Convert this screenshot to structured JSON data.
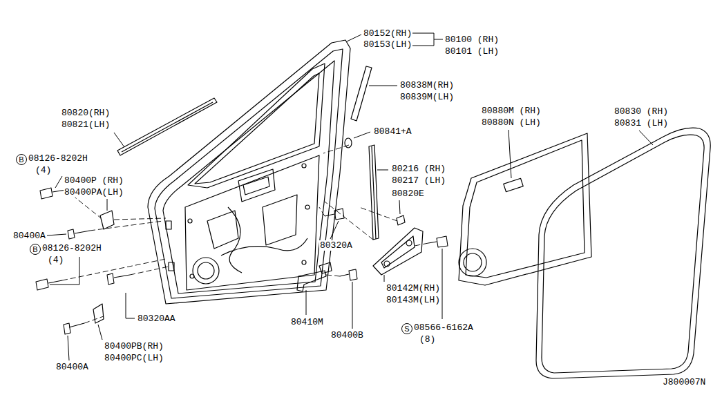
{
  "diagram": {
    "nodes": [
      {
        "text": [
          "B"
        ]
      },
      {
        "text": [
          "B"
        ]
      },
      {
        "text": [
          "S"
        ]
      }
    ],
    "labels": [
      "80152(RH)",
      "80153(LH)",
      "80100 (RH)",
      "80101 (LH)",
      "80838M(RH)",
      "80839M(LH)",
      "80820(RH)",
      "80821(LH)",
      "80830 (RH)",
      "80831 (LH)",
      "80880M (RH)",
      "80880N (LH)",
      "08126-8202H",
      "(4)",
      "80400P (RH)",
      "80400PA(LH)",
      "80841+A",
      "80216 (RH)",
      "80217 (LH)",
      "80820E",
      "80400A",
      "08126-8202H",
      "(4)",
      "80320A",
      "80320AA",
      "80142M(RH)",
      "80143M(LH)",
      "80410M",
      "08566-6162A",
      "(8)",
      "80400PB(RH)",
      "80400PC(LH)",
      "80400A",
      "80400B",
      "J800007N"
    ]
  }
}
